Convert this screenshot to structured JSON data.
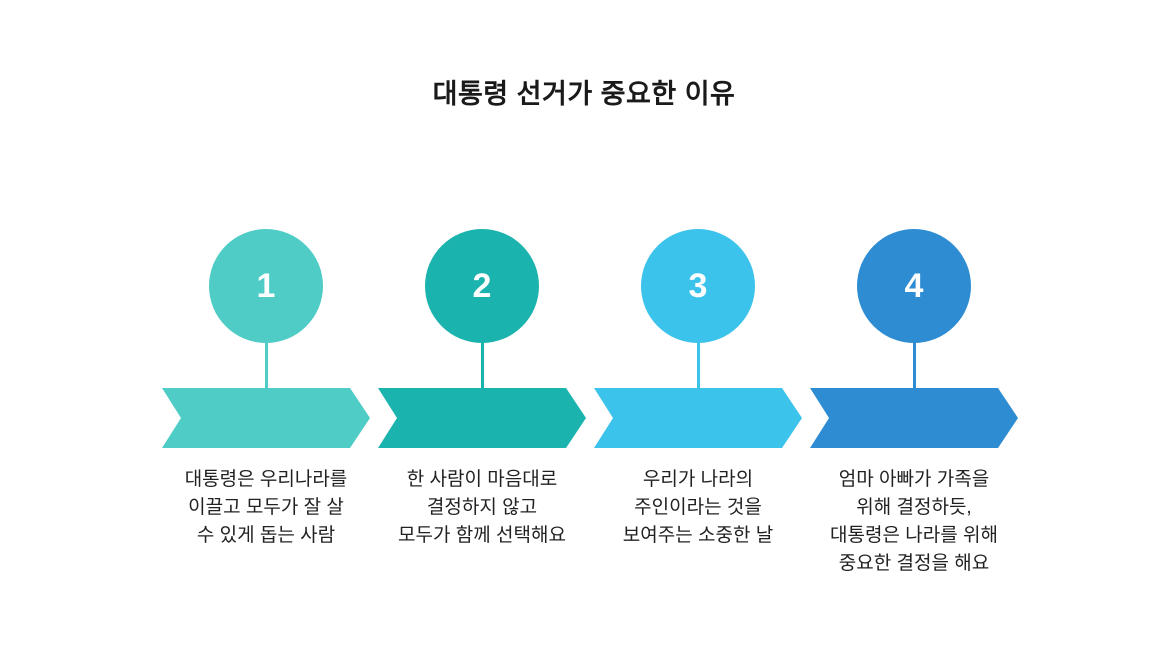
{
  "title": "대통령 선거가 중요한 이유",
  "colors": {
    "background": "#ffffff",
    "title_text": "#1a1a1a",
    "body_text": "#222222",
    "number_text": "#ffffff"
  },
  "steps": [
    {
      "number": "1",
      "color": "#4FCCC6",
      "description": "대통령은 우리나라를\n이끌고 모두가 잘 살\n수 있게 돕는 사람"
    },
    {
      "number": "2",
      "color": "#1BB3AE",
      "description": "한 사람이 마음대로\n결정하지 않고\n모두가 함께 선택해요"
    },
    {
      "number": "3",
      "color": "#3BC3EC",
      "description": "우리가 나라의\n주인이라는 것을\n보여주는 소중한 날"
    },
    {
      "number": "4",
      "color": "#2E8CD2",
      "description": "엄마 아빠가 가족을\n위해 결정하듯,\n대통령은 나라를 위해\n중요한 결정을 해요"
    }
  ]
}
